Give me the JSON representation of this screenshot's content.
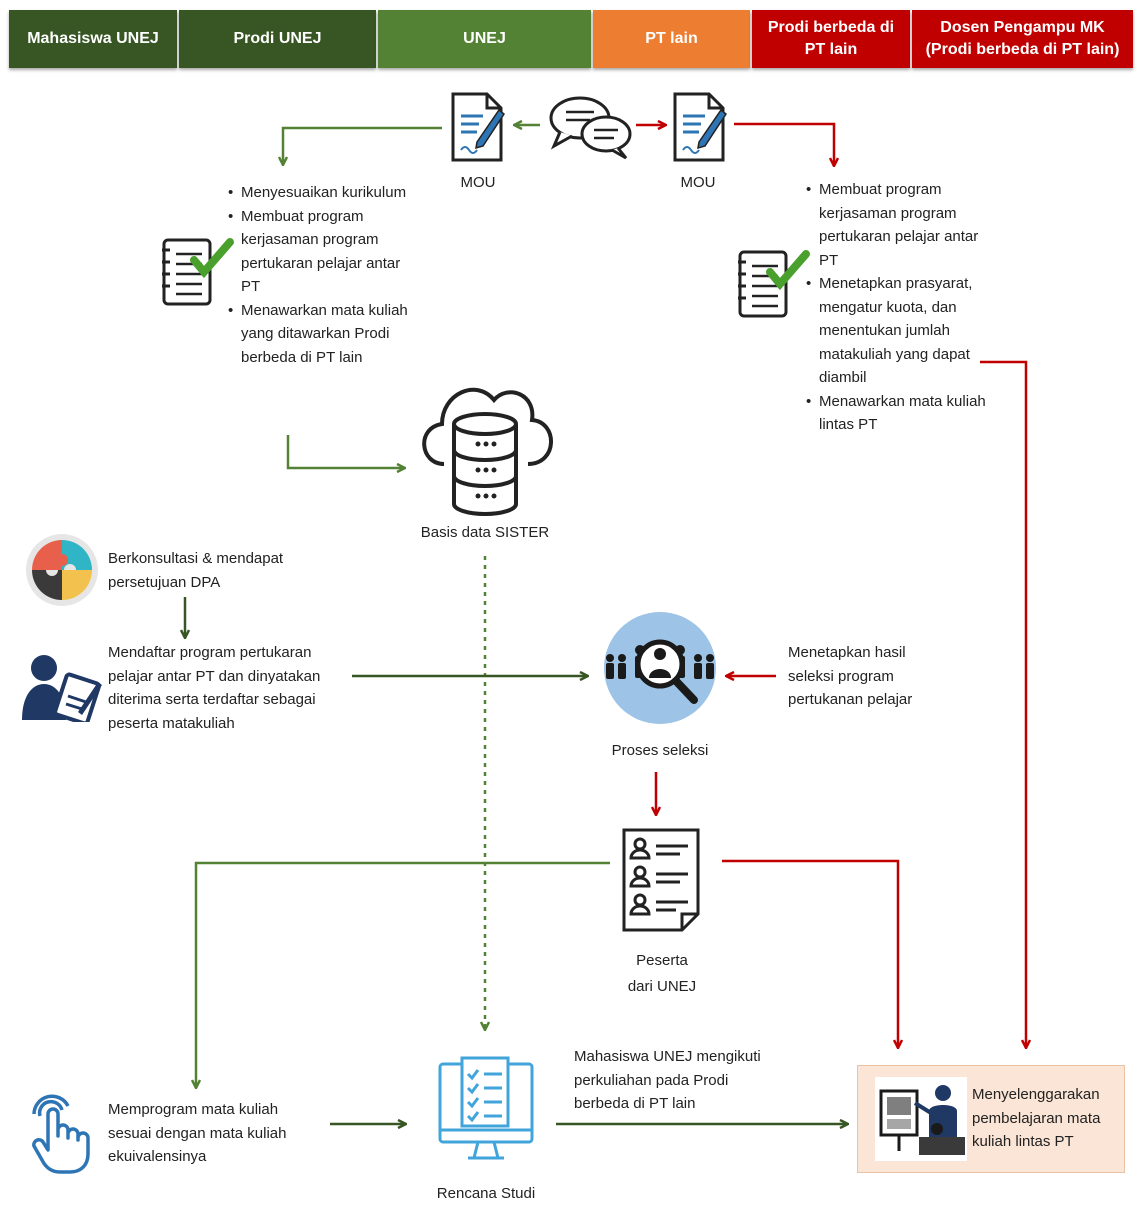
{
  "header": {
    "lanes": [
      {
        "label": "Mahasiswa UNEJ",
        "color": "#375623"
      },
      {
        "label": "Prodi UNEJ",
        "color": "#375623"
      },
      {
        "label": "UNEJ",
        "color": "#548235"
      },
      {
        "label": "PT lain",
        "color": "#ed7d31"
      },
      {
        "label": "Prodi berbeda di PT lain",
        "color": "#c00000"
      },
      {
        "label": "Dosen Pengampu MK (Prodi berbeda di PT lain)",
        "color": "#c00000"
      }
    ]
  },
  "colors": {
    "green_arrow": "#548235",
    "red_arrow": "#c00000",
    "icon_blue": "#2e75b6"
  },
  "nodes": {
    "mou_left": "MOU",
    "mou_right": "MOU",
    "sister": "Basis data SISTER",
    "seleksi": "Proses seleksi",
    "peserta_line1": "Peserta",
    "peserta_line2": "dari UNEJ",
    "rencana": "Rencana Studi"
  },
  "prodi_unej_tasks": [
    "Menyesuaikan kurikulum",
    "Membuat program kerjasaman program pertukaran pelajar antar PT",
    "Menawarkan mata kuliah yang ditawarkan Prodi berbeda di PT lain"
  ],
  "prodi_lain_tasks": [
    "Membuat program kerjasaman program pertukaran pelajar antar PT",
    "Menetapkan prasyarat, mengatur kuota, dan menentukan jumlah matakuliah yang dapat diambil",
    "Menawarkan mata kuliah lintas PT"
  ],
  "steps": {
    "konsultasi": "Berkonsultasi & mendapat persetujuan DPA",
    "mendaftar": "Mendaftar program pertukaran pelajar antar PT dan dinyatakan diterima serta terdaftar sebagai peserta matakuliah",
    "menetapkan": "Menetapkan hasil seleksi program pertukanan pelajar",
    "memprogram": "Memprogram mata kuliah sesuai dengan mata kuliah ekuivalensinya",
    "mengikuti": "Mahasiswa UNEJ mengikuti perkuliahan pada Prodi berbeda di PT lain",
    "menyelenggarakan": "Menyelenggarakan pembelajaran mata kuliah lintas PT"
  }
}
